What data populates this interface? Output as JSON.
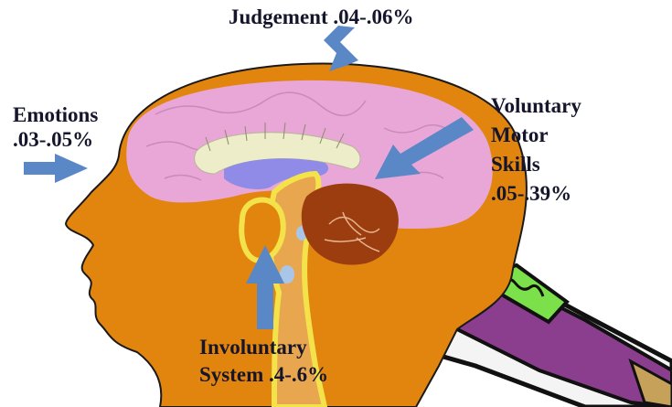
{
  "labels": {
    "judgement": [
      "Judgement .04-.06%"
    ],
    "emotions": [
      "Emotions",
      ".03-.05%"
    ],
    "voluntary": [
      "Voluntary",
      "Motor",
      "Skills",
      ".05-.39%"
    ],
    "involuntary": [
      "Involuntary",
      "System .4-.6%"
    ]
  },
  "colors": {
    "head": "#e2850f",
    "cerebrum": "#e9a7d7",
    "corpus": "#ededc9",
    "ventricle": "#8f8be6",
    "brainstem_outline": "#f4e24a",
    "cerebellum": "#9b3d0f",
    "arrow": "#5a87c6",
    "bottle_body": "#8c3e8e",
    "bottle_label": "#7be04a",
    "text": "#15152b"
  },
  "icons": [
    "arrow-icon",
    "bottle-icon"
  ]
}
